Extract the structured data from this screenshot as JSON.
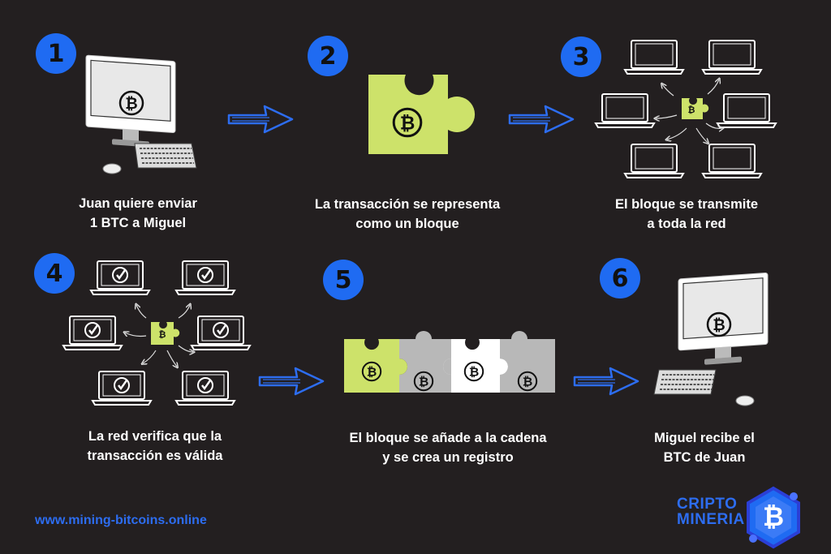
{
  "steps": [
    {
      "number": "1",
      "line1": "Juan quiere enviar",
      "line2": "1 BTC a Miguel"
    },
    {
      "number": "2",
      "line1": "La transacción se representa",
      "line2": "como un bloque"
    },
    {
      "number": "3",
      "line1": "El bloque se transmite",
      "line2": "a toda la red"
    },
    {
      "number": "4",
      "line1": "La red verifica que la",
      "line2": "transacción es válida"
    },
    {
      "number": "5",
      "line1": "El bloque se añade a la cadena",
      "line2": "y se crea un registro"
    },
    {
      "number": "6",
      "line1": "Miguel recibe el",
      "line2": "BTC de Juan"
    }
  ],
  "footer": {
    "website": "www.mining-bitcoins.online"
  },
  "brand": {
    "line1": "CRIPTO",
    "line2": "MINERIA",
    "logo_symbol": "₿"
  },
  "bitcoin_symbol": "₿",
  "colors": {
    "background": "#231f20",
    "badge": "#1f6bf2",
    "arrow_stroke": "#2d6df0",
    "puzzle_green": "#cde26a",
    "puzzle_gray": "#b8b8b8",
    "puzzle_white": "#ffffff",
    "text": "#ffffff"
  }
}
